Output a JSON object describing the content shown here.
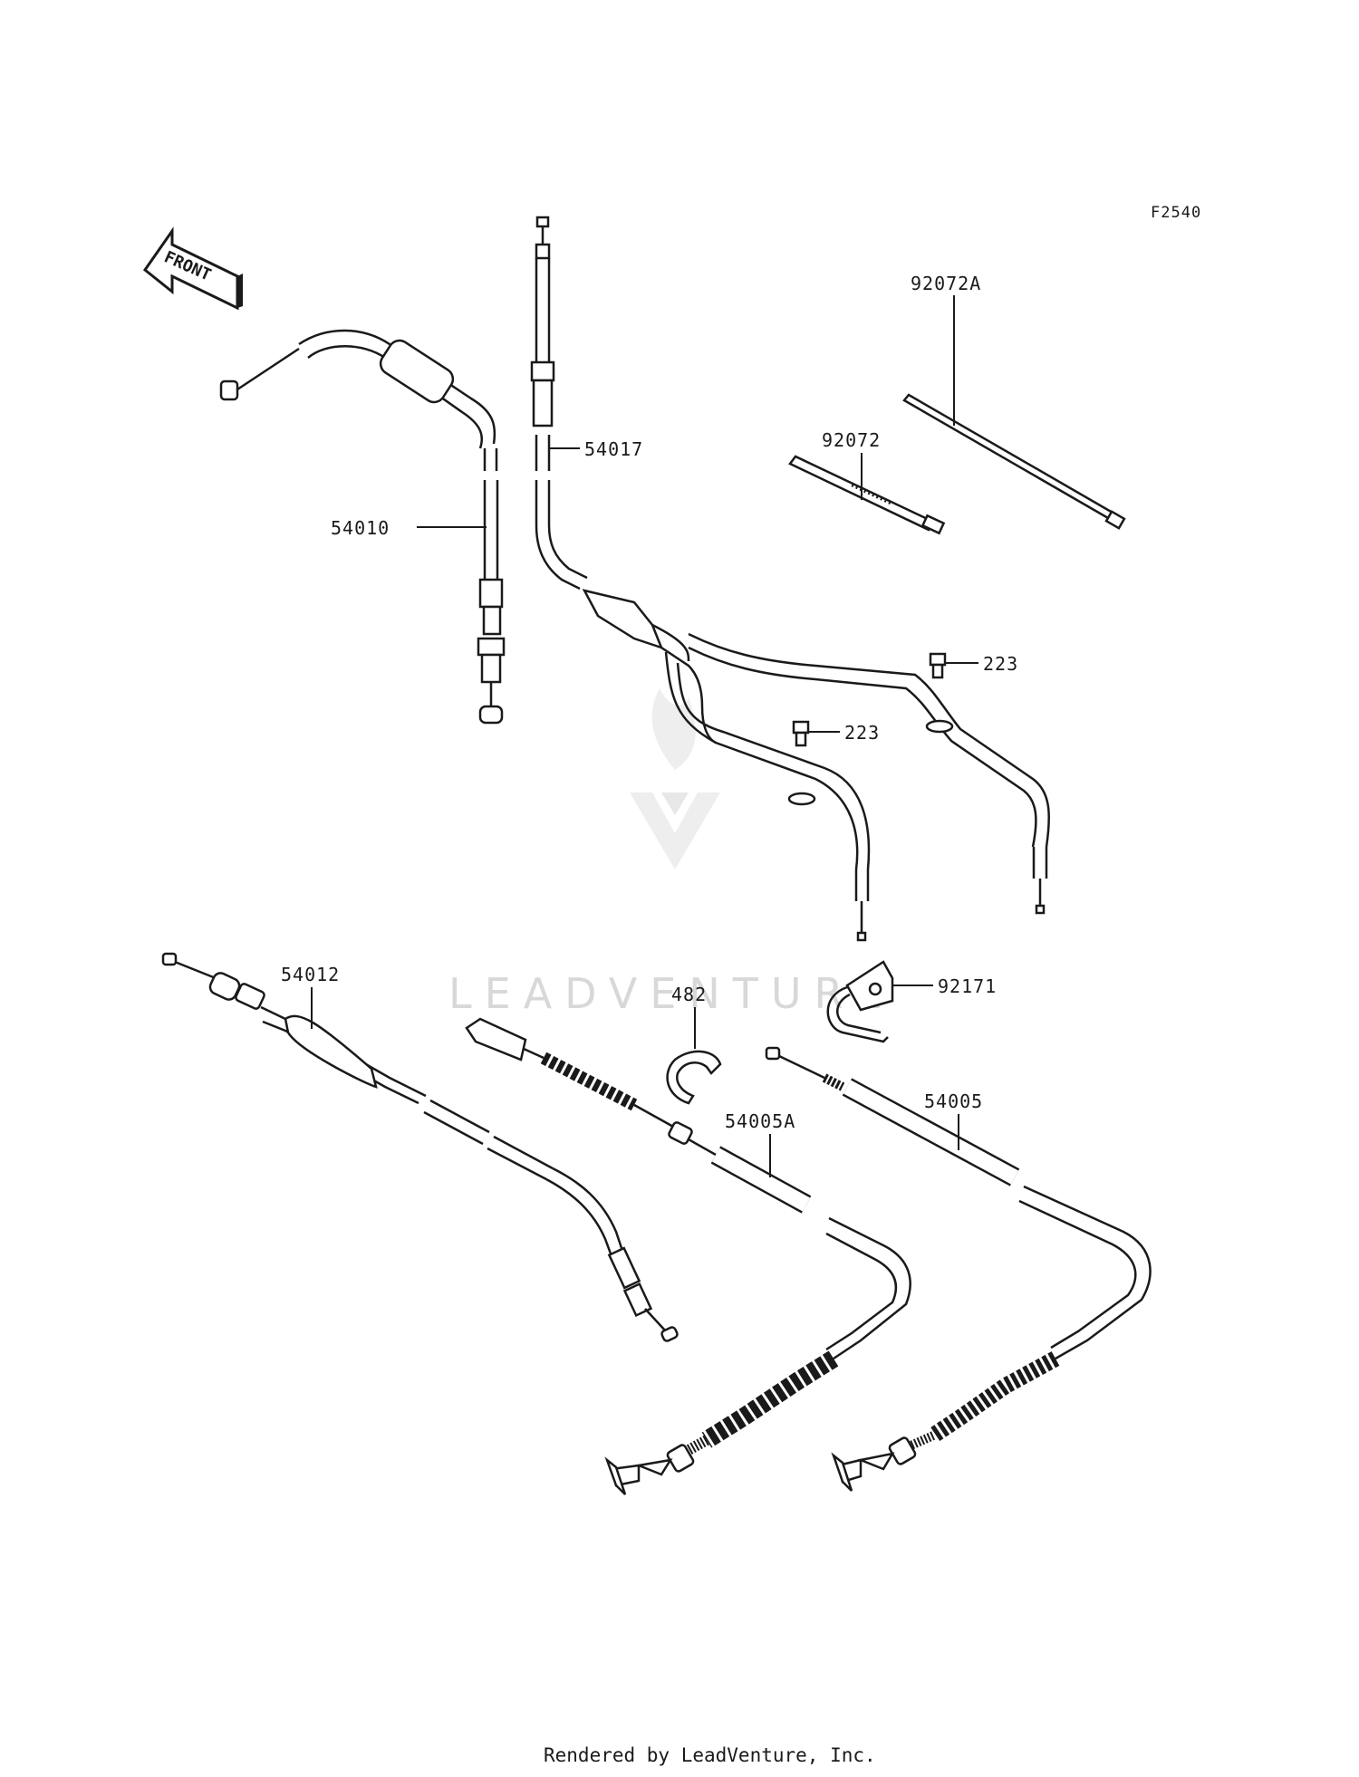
{
  "diagram_code": "F2540",
  "front_label": "FRONT",
  "watermark": "LEADVENTURE",
  "footer": "Rendered by LeadVenture, Inc.",
  "callouts": {
    "p54010": "54010",
    "p54017": "54017",
    "p92072A": "92072A",
    "p92072": "92072",
    "p223a": "223",
    "p223b": "223",
    "p54012": "54012",
    "p482": "482",
    "p92171": "92171",
    "p54005A": "54005A",
    "p54005": "54005"
  }
}
